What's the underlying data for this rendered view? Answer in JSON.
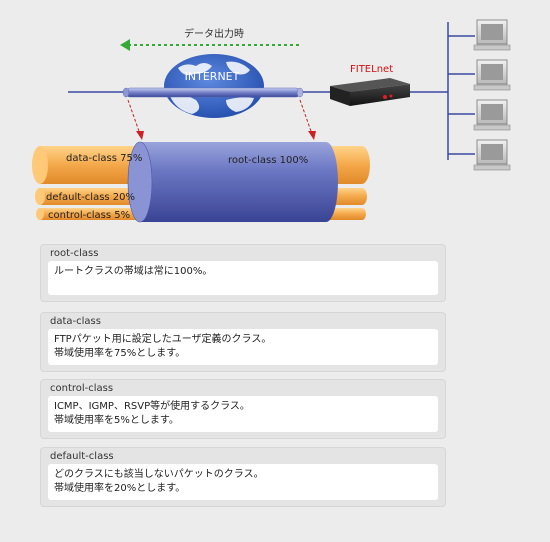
{
  "diagram": {
    "direction_label": "データ出力時",
    "internet_label": "INTERNET",
    "router_label": "FITELnet",
    "classes": [
      {
        "label": "data-class 75%"
      },
      {
        "label": "default-class 20%"
      },
      {
        "label": "control-class 5%"
      }
    ],
    "root_label": "root-class 100%",
    "pc_count": 4,
    "colors": {
      "arrow": "#33aa33",
      "pipe": "#5a6ab8",
      "class_pipe": "#f0a040",
      "globe": "#3060c0",
      "router_led": "#e02020",
      "dashed_arrow": "#cc2222"
    }
  },
  "descriptions": [
    {
      "title": "root-class",
      "lines": [
        "ルートクラスの帯域は常に100%。"
      ]
    },
    {
      "title": "data-class",
      "lines": [
        "FTPパケット用に設定したユーザ定義のクラス。",
        "帯域使用率を75%とします。"
      ]
    },
    {
      "title": "control-class",
      "lines": [
        "ICMP、IGMP、RSVP等が使用するクラス。",
        "帯域使用率を5%とします。"
      ]
    },
    {
      "title": "default-class",
      "lines": [
        "どのクラスにも該当しないパケットのクラス。",
        "帯域使用率を20%とします。"
      ]
    }
  ]
}
